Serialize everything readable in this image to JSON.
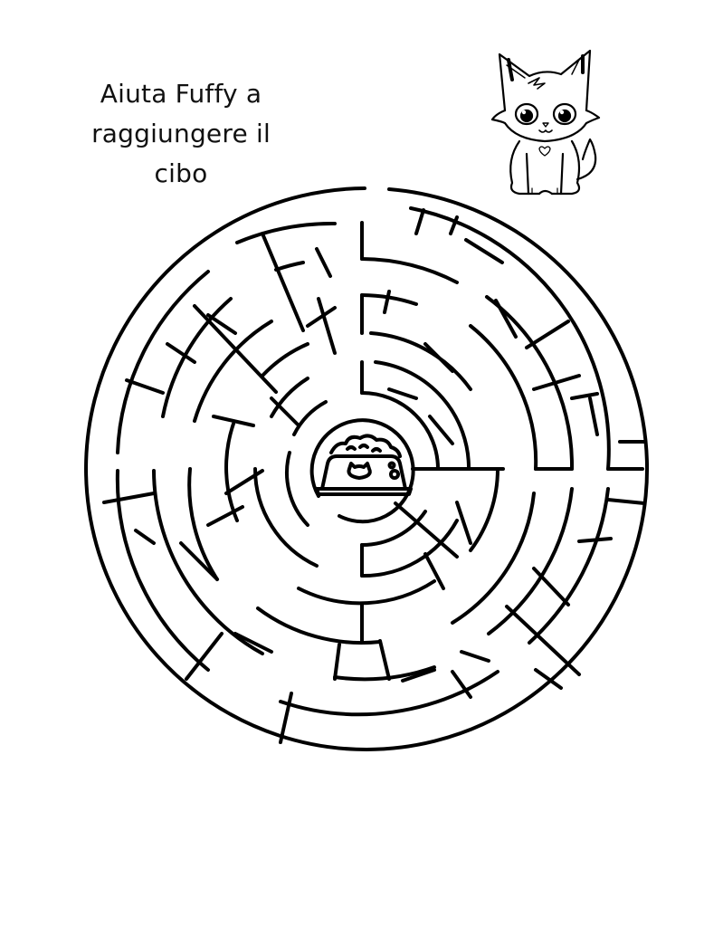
{
  "page": {
    "title_lines": [
      "Aiuta Fuffy a",
      "raggiungere il",
      "cibo"
    ],
    "title_full": "Aiuta Fuffy a raggiungere il cibo"
  },
  "illustrations": {
    "character": "kitten-icon",
    "goal": "food-bowl-icon"
  },
  "maze": {
    "shape": "circular",
    "entrance": "top-opening",
    "goal": "center-food-bowl",
    "stroke_color": "#000000",
    "background_color": "#ffffff"
  }
}
